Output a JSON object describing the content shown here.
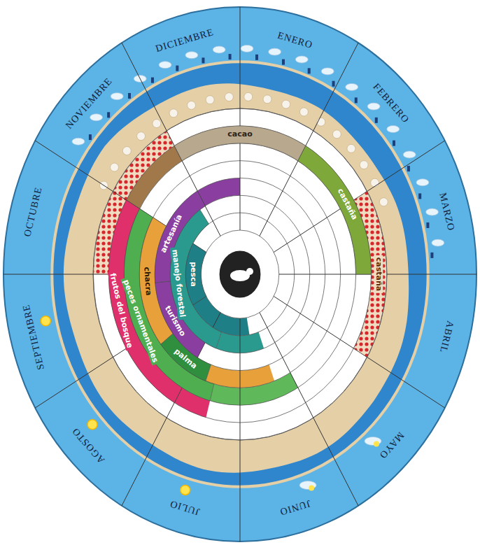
{
  "diagram": {
    "nodes": [
      {
        "text": [
          "castaña"
        ]
      },
      {
        "text": [
          "cacao"
        ]
      },
      {
        "text": [
          "castaña"
        ]
      },
      {
        "text": [
          "frutos del bosque"
        ]
      },
      {
        "text": [
          "peces ornamentales"
        ]
      },
      {
        "text": [
          "palma"
        ]
      },
      {
        "text": [
          "chacra"
        ]
      },
      {
        "text": [
          "turismo"
        ]
      },
      {
        "text": [
          "artesanía"
        ]
      },
      {
        "text": [
          "manejo forestal"
        ]
      },
      {
        "text": [
          "pesca"
        ]
      }
    ],
    "labels": [
      "ENERO",
      "FEBRERO",
      "MARZO",
      "ABRIL",
      "MAYO",
      "JUNIO",
      "JULIO",
      "AGOSTO",
      "SEPTIEMBRE",
      "OCTUBRE",
      "NOVIEMBRE",
      "DICIEMBRE"
    ]
  }
}
